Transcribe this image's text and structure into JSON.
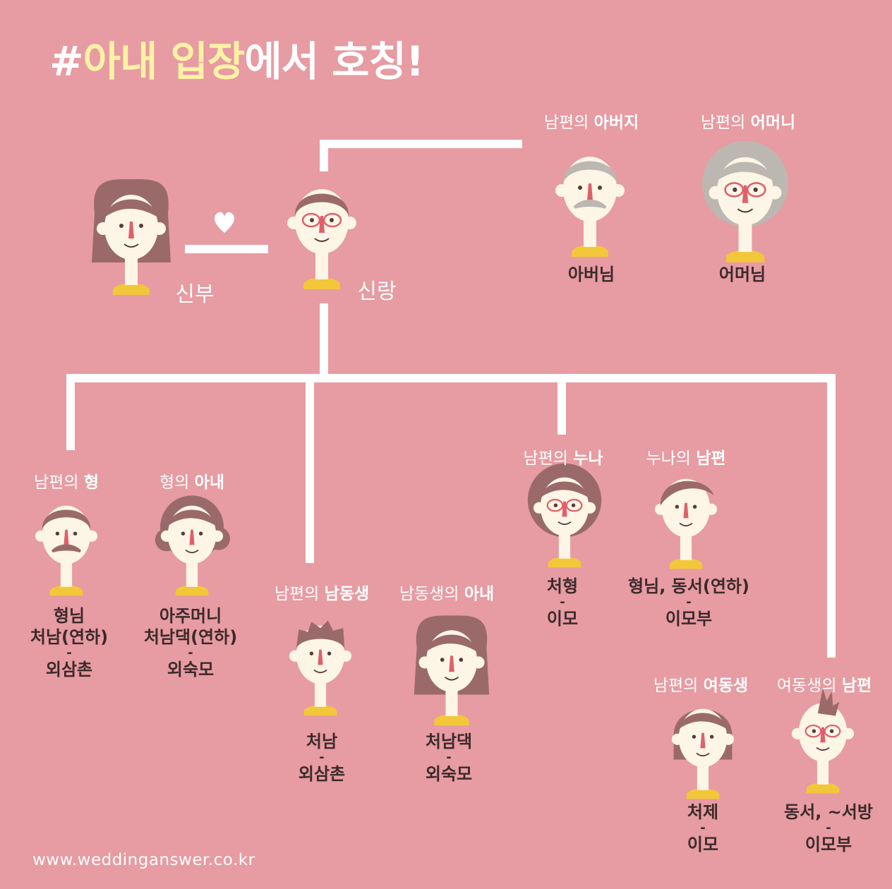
{
  "title": {
    "prefix": "#",
    "highlight": "아내 입장",
    "rest": "에서 호칭!"
  },
  "couple": {
    "bride": "신부",
    "groom": "신랑"
  },
  "parents": [
    {
      "label_a": "남편의 ",
      "label_b": "아버지",
      "terms": [
        "아버님"
      ]
    },
    {
      "label_a": "남편의 ",
      "label_b": "어머니",
      "terms": [
        "어머님"
      ]
    }
  ],
  "relatives": [
    {
      "label_a": "남편의 ",
      "label_b": "형",
      "terms": [
        "형님",
        "처남(연하)",
        "-",
        "외삼촌"
      ]
    },
    {
      "label_a": "형의 ",
      "label_b": "아내",
      "terms": [
        "아주머니",
        "처남댁(연하)",
        "-",
        "외숙모"
      ]
    },
    {
      "label_a": "남편의 ",
      "label_b": "남동생",
      "terms": [
        "처남",
        "-",
        "외삼촌"
      ]
    },
    {
      "label_a": "남동생의 ",
      "label_b": "아내",
      "terms": [
        "처남댁",
        "-",
        "외숙모"
      ]
    },
    {
      "label_a": "남편의 ",
      "label_b": "누나",
      "terms": [
        "처형",
        "-",
        "이모"
      ]
    },
    {
      "label_a": "누나의 ",
      "label_b": "남편",
      "terms": [
        "형님, 동서(연하)",
        "-",
        "이모부"
      ]
    },
    {
      "label_a": "남편의 ",
      "label_b": "여동생",
      "terms": [
        "처제",
        "-",
        "이모"
      ]
    },
    {
      "label_a": "여동생의 ",
      "label_b": "남편",
      "terms": [
        "동서, ~서방",
        "-",
        "이모부"
      ]
    }
  ],
  "footer": {
    "site": "www.weddinganswer.co.kr"
  },
  "colors": {
    "background": "#e79ba2",
    "line": "#ffffff",
    "skin": "#fdf6e7",
    "shirt": "#f2c73a",
    "hair_dark": "#9a6a6a",
    "hair_grey": "#bdb7b1",
    "nose": "#e0606a",
    "term_text": "#3b2a2a",
    "highlight": "#fff2a6"
  }
}
